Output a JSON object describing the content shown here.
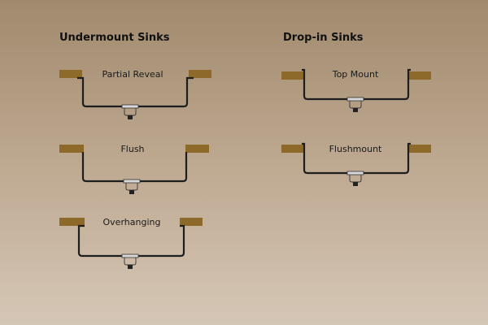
{
  "sections": [
    {
      "title": "Undermount Sinks",
      "sinks": [
        {
          "label": "Partial Reveal"
        },
        {
          "label": "Flush"
        },
        {
          "label": "Overhanging"
        }
      ]
    },
    {
      "title": "Drop-in Sinks",
      "sinks": [
        {
          "label": "Top Mount"
        },
        {
          "label": "Flushmount"
        }
      ]
    }
  ],
  "colors": {
    "counter": "#8e6a2a",
    "sink": "#1e1e1e",
    "drain": "#d8d8d8"
  }
}
